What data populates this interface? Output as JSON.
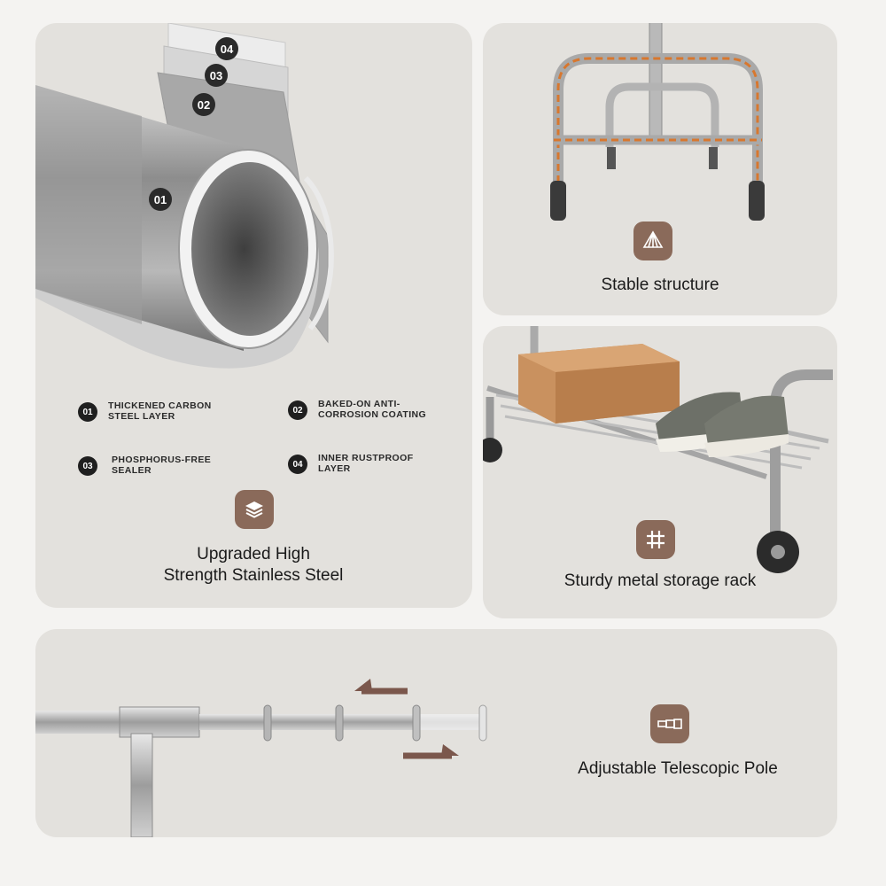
{
  "materials": {
    "layers": [
      {
        "num": "01",
        "label": "THICKENED CARBON STEEL LAYER"
      },
      {
        "num": "02",
        "label": "BAKED-ON ANTI-CORROSION COATING"
      },
      {
        "num": "03",
        "label": "PHOSPHORUS-FREE SEALER"
      },
      {
        "num": "04",
        "label": "INNER RUSTPROOF LAYER"
      }
    ],
    "title_line1": "Upgraded High",
    "title_line2": "Strength Stainless Steel",
    "icon": "layers-icon"
  },
  "structure": {
    "caption": "Stable structure",
    "icon": "pyramid-icon"
  },
  "storage": {
    "caption": "Sturdy metal storage rack",
    "icon": "grid-icon"
  },
  "telescopic": {
    "caption": "Adjustable Telescopic Pole",
    "icon": "telescopic-pole-icon"
  },
  "colors": {
    "panel": "#e3e1dd",
    "badge": "#8a6a5a",
    "arrow": "#7b574c",
    "accent_dash": "#d8772e"
  }
}
